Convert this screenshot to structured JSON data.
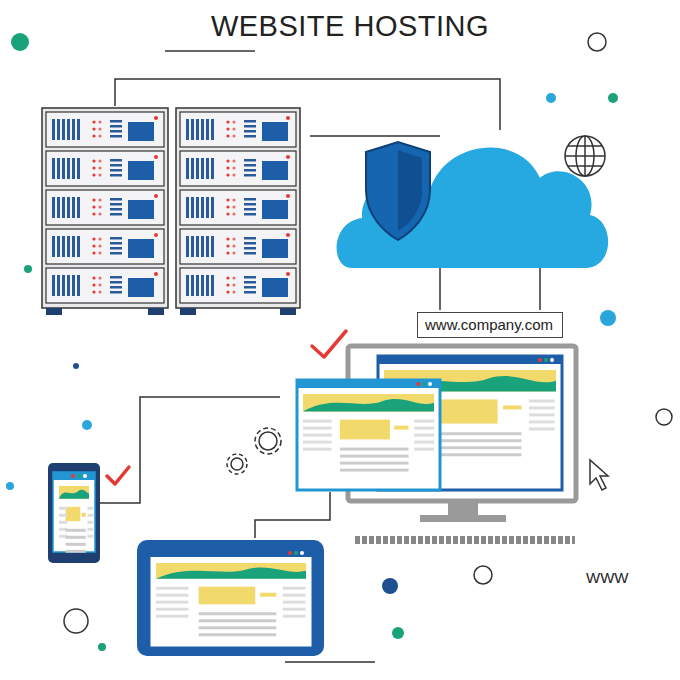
{
  "diagram": {
    "title": "WEBSITE HOSTING",
    "nodes": [
      {
        "text": [
          "www.company.com"
        ]
      }
    ],
    "labels": [
      "WWW"
    ]
  }
}
